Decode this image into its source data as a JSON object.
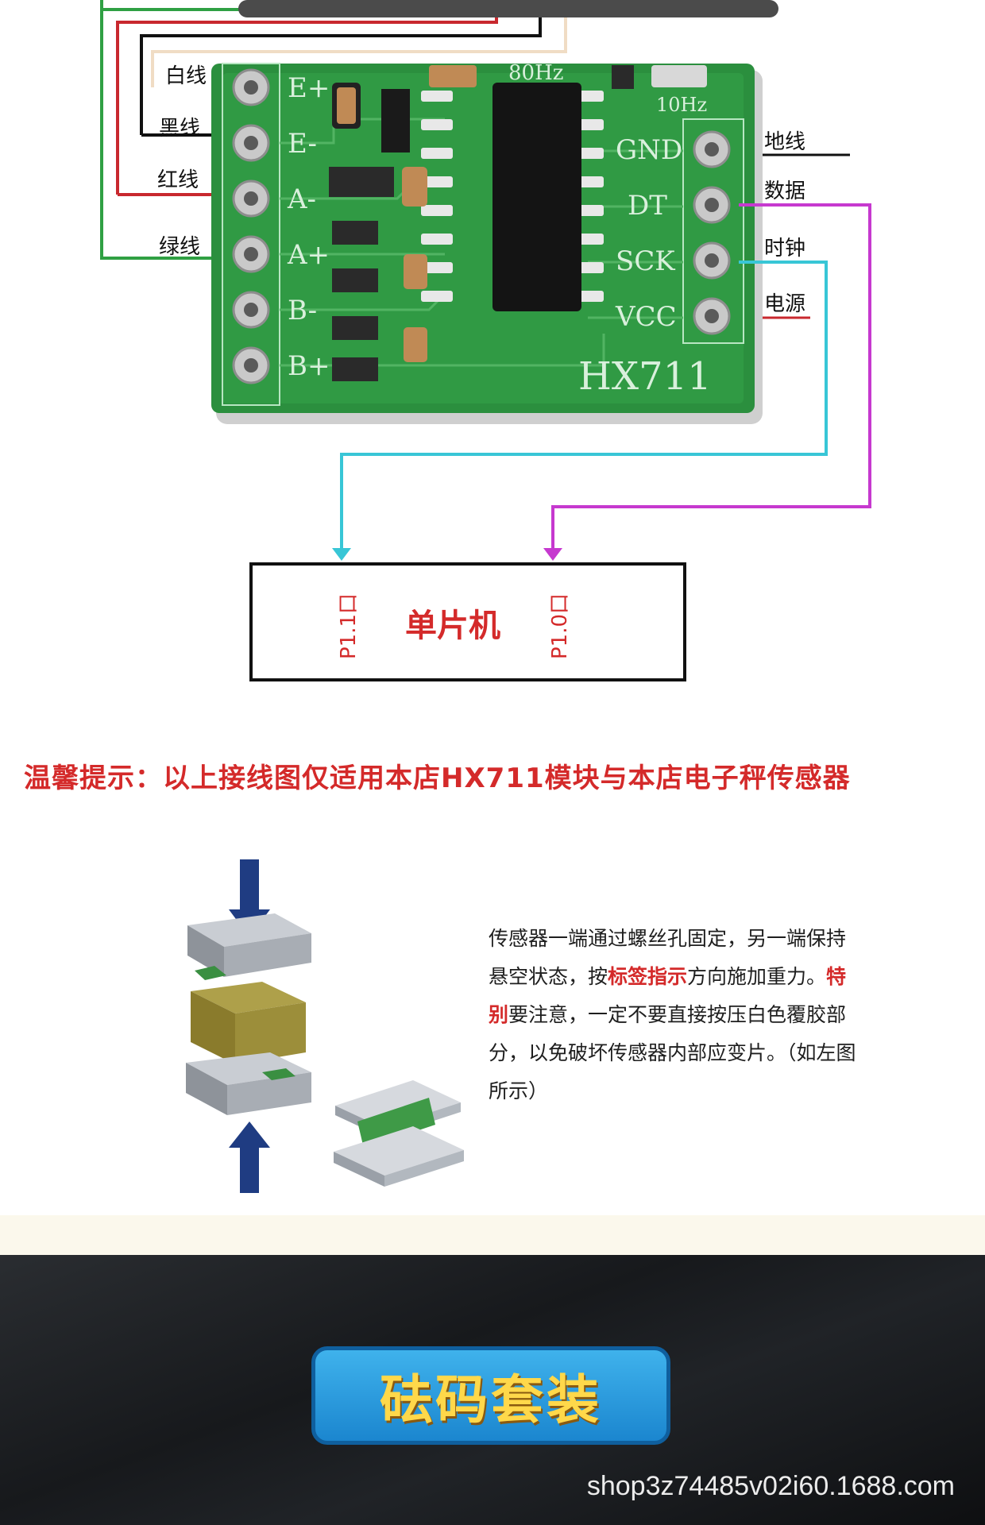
{
  "wiring": {
    "left_labels": [
      "白线",
      "黑线",
      "红线",
      "绿线"
    ],
    "right_labels": [
      "地线",
      "数据",
      "时钟",
      "电源"
    ],
    "module_pins_left": [
      "E+",
      "E-",
      "A-",
      "A+",
      "B-",
      "B+"
    ],
    "module_pins_right": [
      "GND",
      "DT",
      "SCK",
      "VCC"
    ],
    "module_name": "HX711",
    "freq_80": "80Hz",
    "freq_10": "10Hz"
  },
  "mcu": {
    "title": "单片机",
    "port_clock": "P1.1口",
    "port_data": "P1.0口"
  },
  "notice": "温馨提示：以上接线图仅适用本店HX711模块与本店电子秤传感器",
  "instructions": {
    "p1": "传感器一端通过螺丝孔固定，另一端保持悬空状态，按",
    "hl1": "标签指示",
    "p2": "方向施加重力。",
    "hl2": "特别",
    "p3": "要注意，一定不要直接按压白色覆胶部分，以免破坏传感器内部应变片。（如左图所示）"
  },
  "banner": {
    "label": "砝码套装"
  },
  "footer_url": "shop3z74485v02i60.1688.com",
  "colors": {
    "wire_white": "#f0dcc4",
    "wire_black": "#111111",
    "wire_red": "#c8282e",
    "wire_green": "#2fa043",
    "wire_clock": "#38c6d6",
    "wire_data": "#c639cf",
    "pcb_green": "#2b8f3e",
    "accent_red": "#d42a2a",
    "banner_blue": "#2a9fe0",
    "banner_text": "#ffd84a"
  }
}
